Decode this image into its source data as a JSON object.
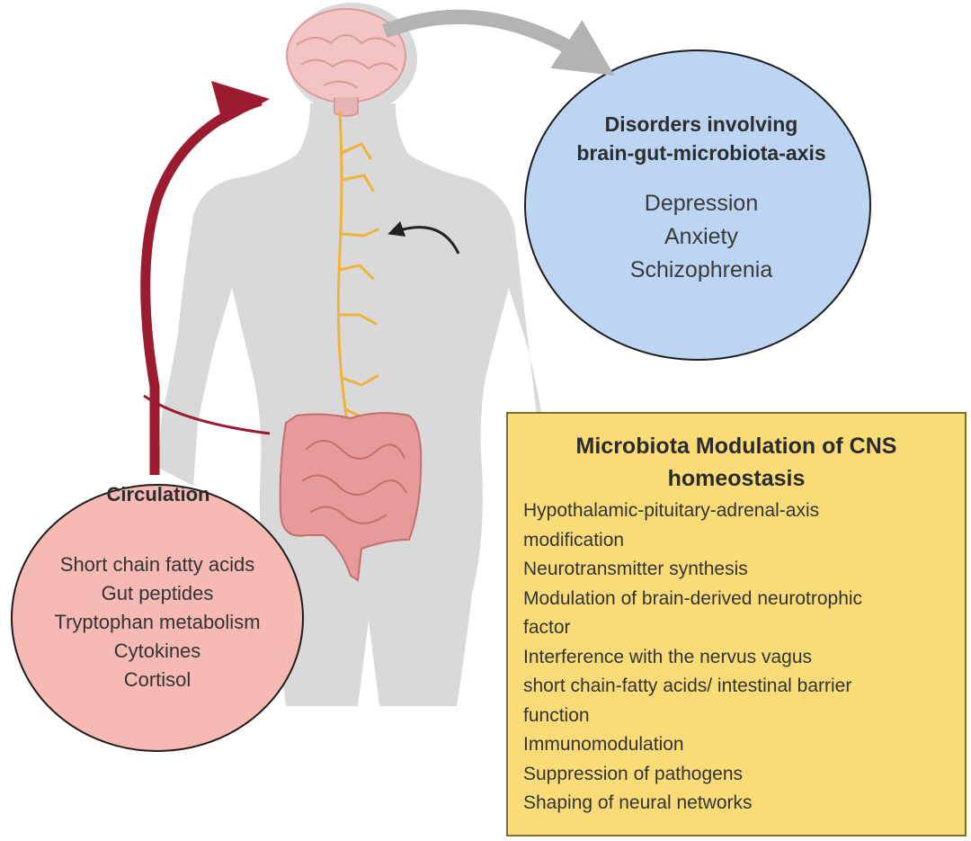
{
  "disorders": {
    "title_line1": "Disorders involving",
    "title_line2": "brain-gut-microbiota-axis",
    "items": [
      "Depression",
      "Anxiety",
      "Schizophrenia"
    ]
  },
  "circulation": {
    "title": "Circulation",
    "items": [
      "Short chain fatty acids",
      "Gut peptides",
      "Tryptophan metabolism",
      "Cytokines",
      "Cortisol"
    ]
  },
  "cns_modulation": {
    "title_line1": "Microbiota Modulation of CNS",
    "title_line2": "homeostasis",
    "items": [
      "Hypothalamic-pituitary-adrenal-axis",
      "modification",
      "Neurotransmitter synthesis",
      "Modulation of brain-derived neurotrophic",
      "factor",
      "Interference with the nervus vagus",
      "short chain-fatty acids/  intestinal barrier",
      "function",
      "Immunomodulation",
      "Suppression of pathogens",
      "Shaping of neural networks"
    ]
  },
  "colors": {
    "body_silhouette": "#d9d9d9",
    "disorders_bubble": "#bcd5f2",
    "circulation_bubble": "#f7b9b4",
    "cns_box": "#f9dc77",
    "circulation_arrow": "#9b1b30",
    "nerve": "#f0b23a",
    "brain": "#f2c4c4",
    "gut": "#e79a9a",
    "gray_arrow": "#b3b3b3"
  }
}
